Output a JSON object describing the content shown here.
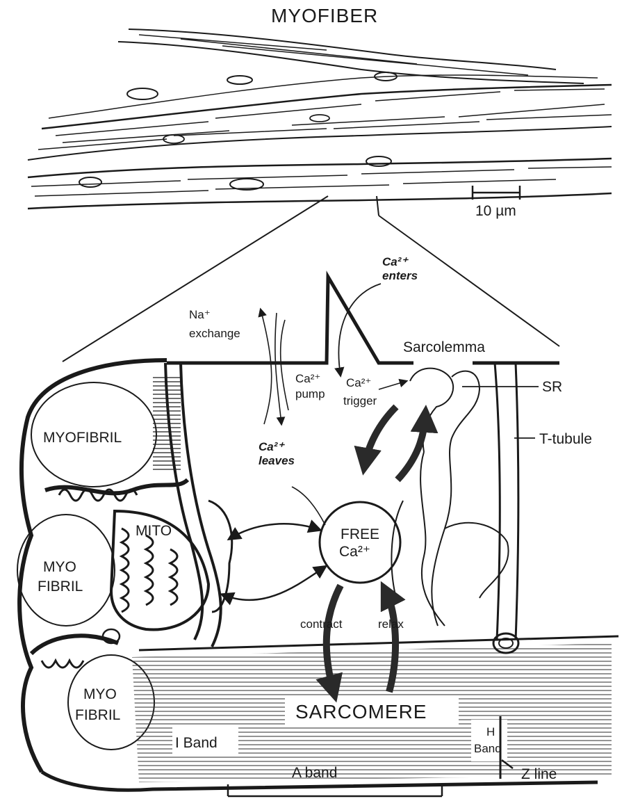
{
  "title": "MYOFIBER",
  "scale_bar": "10 µm",
  "labels": {
    "ca_enters": "Ca²⁺",
    "ca_enters_2": "enters",
    "na_exchange": "Na⁺",
    "na_exchange_2": "exchange",
    "sarcolemma": "Sarcolemma",
    "ca_pump": "Ca²⁺",
    "ca_pump_2": "pump",
    "ca_trigger": "Ca²⁺",
    "ca_trigger_2": "trigger",
    "sr": "SR",
    "t_tubule": "T-tubule",
    "ca_leaves": "Ca²⁺",
    "ca_leaves_2": "leaves",
    "myofibril_1": "MYOFIBRIL",
    "free_ca": "FREE",
    "free_ca_2": "Ca²⁺",
    "mito": "MITO",
    "myo_fibril_2a": "MYO",
    "myo_fibril_2b": "FIBRIL",
    "contract": "contract",
    "relax": "relax",
    "myo_fibril_3a": "MYO",
    "myo_fibril_3b": "FIBRIL",
    "sarcomere": "SARCOMERE",
    "i_band": "I Band",
    "h_band": "H",
    "h_band_2": "Band",
    "a_band": "A band",
    "z_line": "Z line"
  }
}
